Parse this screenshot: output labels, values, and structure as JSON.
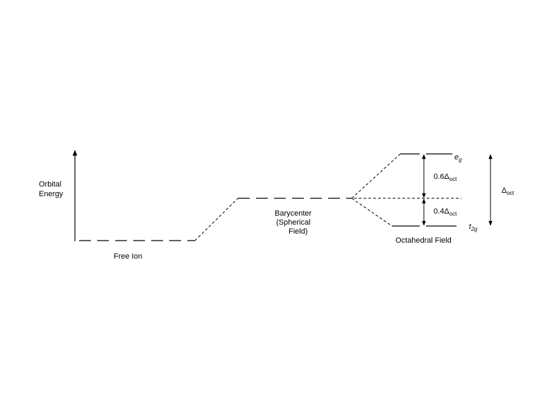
{
  "axis": {
    "label_line1": "Orbital",
    "label_line2": "Energy"
  },
  "levels": {
    "free_ion": "Free Ion",
    "barycenter_line1": "Barycenter",
    "barycenter_line2": "(Spherical",
    "barycenter_line3": "Field)",
    "octahedral": "Octahedral Field"
  },
  "orbitals": {
    "eg_main": "e",
    "eg_sub": "g",
    "t2g_main": "t",
    "t2g_sub": "2g"
  },
  "splitting": {
    "upper_coef": "0.6Δ",
    "upper_sub": "oct",
    "lower_coef": "0.4Δ",
    "lower_sub": "oct",
    "total_main": "Δ",
    "total_sub": "oct"
  },
  "colors": {
    "line": "#000000",
    "background": "#ffffff"
  }
}
